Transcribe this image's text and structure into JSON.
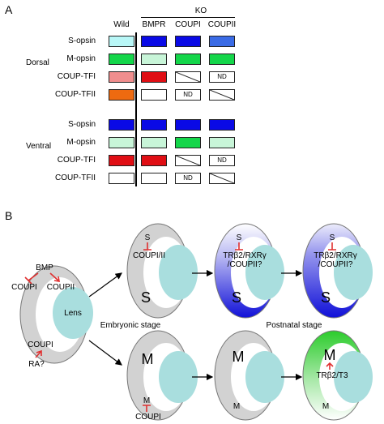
{
  "panel_a": {
    "letter": "A",
    "header_ko": "KO",
    "columns": [
      "Wild",
      "BMPR",
      "COUPI",
      "COUPII"
    ],
    "groups": [
      {
        "label": "Dorsal",
        "rows": [
          {
            "label": "S-opsin",
            "cells": [
              {
                "color": "#b8f7f7"
              },
              {
                "color": "#0a0ae6"
              },
              {
                "color": "#0a0ae6"
              },
              {
                "color": "#3a6be6"
              }
            ]
          },
          {
            "label": "M-opsin",
            "cells": [
              {
                "color": "#14d64a"
              },
              {
                "color": "#c8f5d8"
              },
              {
                "color": "#14d64a"
              },
              {
                "color": "#14d64a"
              }
            ]
          },
          {
            "label": "COUP-TFI",
            "cells": [
              {
                "color": "#f08e8e"
              },
              {
                "color": "#e00e14"
              },
              {
                "type": "slash"
              },
              {
                "type": "nd",
                "text": "ND"
              }
            ]
          },
          {
            "label": "COUP-TFII",
            "cells": [
              {
                "color": "#ee6a10"
              },
              {
                "color": "#ffffff"
              },
              {
                "type": "nd",
                "text": "ND"
              },
              {
                "type": "slash"
              }
            ]
          }
        ]
      },
      {
        "label": "Ventral",
        "rows": [
          {
            "label": "S-opsin",
            "cells": [
              {
                "color": "#0a0ae6"
              },
              {
                "color": "#0a0ae6"
              },
              {
                "color": "#0a0ae6"
              },
              {
                "color": "#0a0ae6"
              }
            ]
          },
          {
            "label": "M-opsin",
            "cells": [
              {
                "color": "#c8f5d8"
              },
              {
                "color": "#c8f5d8"
              },
              {
                "color": "#14d64a"
              },
              {
                "color": "#c8f5d8"
              }
            ]
          },
          {
            "label": "COUP-TFI",
            "cells": [
              {
                "color": "#e00e14"
              },
              {
                "color": "#e00e14"
              },
              {
                "type": "slash"
              },
              {
                "type": "nd",
                "text": "ND"
              }
            ]
          },
          {
            "label": "COUP-TFII",
            "cells": [
              {
                "color": "#ffffff"
              },
              {
                "color": "#ffffff"
              },
              {
                "type": "nd",
                "text": "ND"
              },
              {
                "type": "slash"
              }
            ]
          }
        ]
      }
    ]
  },
  "panel_b": {
    "letter": "B",
    "initial_eye": {
      "bmp": "BMP",
      "coupi": "COUPI",
      "coupii": "COUPII",
      "lens": "Lens",
      "coupi_bottom": "COUPI",
      "ra": "RA?"
    },
    "s_embryonic": {
      "s_small": "S",
      "coup": "COUPI/II",
      "s_big": "S"
    },
    "s_postnatal_1": {
      "s_small": "S",
      "line1": "TRβ2/RXRγ",
      "line2": "/COUPII?",
      "s_big": "S"
    },
    "s_postnatal_2": {
      "s_small": "S",
      "line1": "TRβ2/RXRγ",
      "line2": "/COUPII?",
      "s_big": "S"
    },
    "m_embryonic": {
      "m_big": "M",
      "m_small": "M",
      "coup": "COUPI"
    },
    "m_postnatal_1": {
      "m_big": "M",
      "m_small": "M"
    },
    "m_postnatal_2": {
      "m_big": "M",
      "label": "TRβ2/T3",
      "m_small": "M"
    },
    "embryonic_stage": "Embryonic stage",
    "postnatal_stage": "Postnatal stage",
    "colors": {
      "retina_gray": "#d2d2d2",
      "lens": "#a9dede",
      "s_blue": "#1010d8",
      "m_green": "#2ccc2c",
      "inhibit_red": "#e03030"
    }
  }
}
